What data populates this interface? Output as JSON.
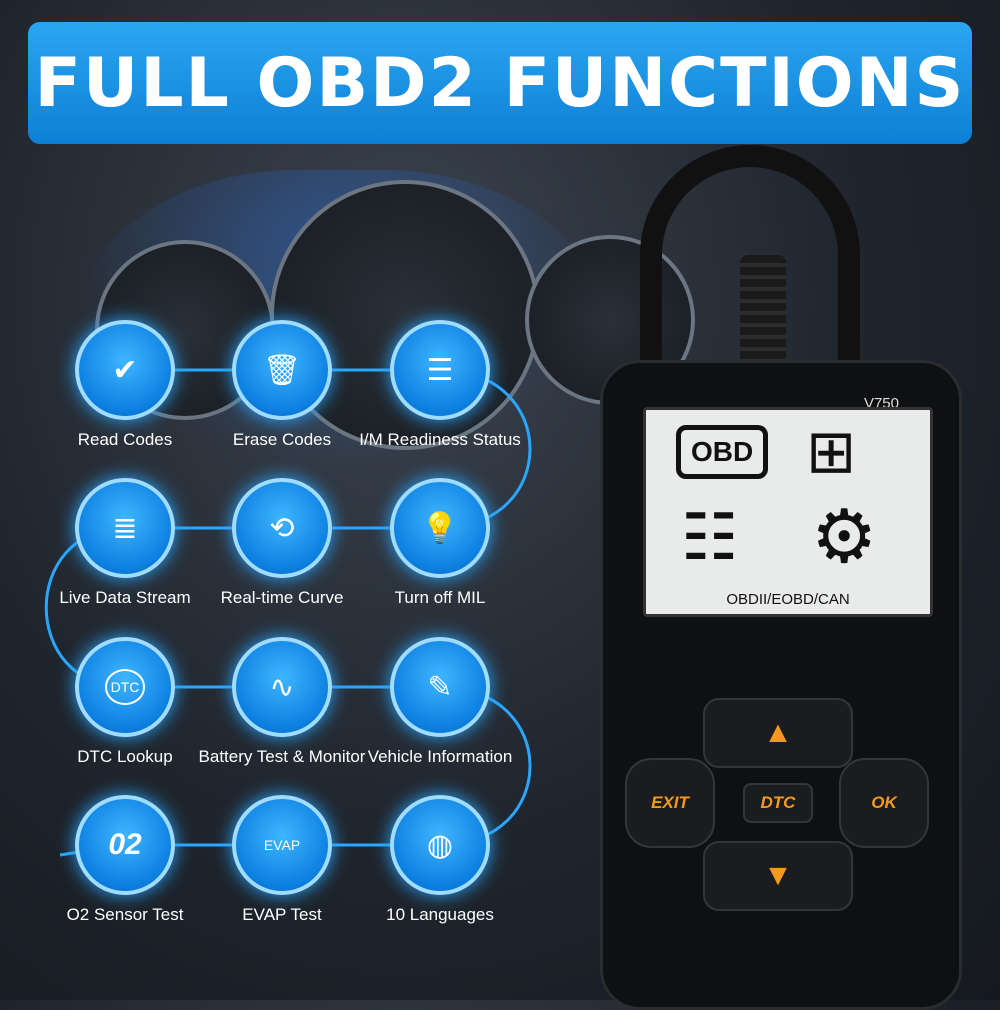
{
  "title": "FULL OBD2 FUNCTIONS",
  "functions": [
    {
      "label": "Read Codes",
      "icon": "car-check-icon"
    },
    {
      "label": "Erase Codes",
      "icon": "car-trash-icon"
    },
    {
      "label": "I/M Readiness Status",
      "icon": "car-list-icon"
    },
    {
      "label": "Live Data Stream",
      "icon": "data-stream-icon"
    },
    {
      "label": "Real-time Curve",
      "icon": "share-nodes-icon"
    },
    {
      "label": "Turn off MIL",
      "icon": "lightbulb-icon"
    },
    {
      "label": "DTC Lookup",
      "icon": "dtc-search-icon"
    },
    {
      "label": "Battery Test & Monitor",
      "icon": "waveform-icon"
    },
    {
      "label": "Vehicle Information",
      "icon": "document-icon"
    },
    {
      "label": "O2 Sensor Test",
      "icon": "o2-icon"
    },
    {
      "label": "EVAP Test",
      "icon": "evap-car-icon"
    },
    {
      "label": "10 Languages",
      "icon": "globe-icon"
    }
  ],
  "device": {
    "model": "V750",
    "screen_obd": "OBD",
    "standards": "OBDII/EOBD/CAN",
    "buttons": {
      "exit": "EXIT",
      "dtc": "DTC",
      "ok": "OK"
    }
  },
  "icon_texts": {
    "dtc": "DTC",
    "o2": "02",
    "evap": "EVAP"
  },
  "colors": {
    "accent": "#1a9af0",
    "button_text": "#f39a1e"
  }
}
